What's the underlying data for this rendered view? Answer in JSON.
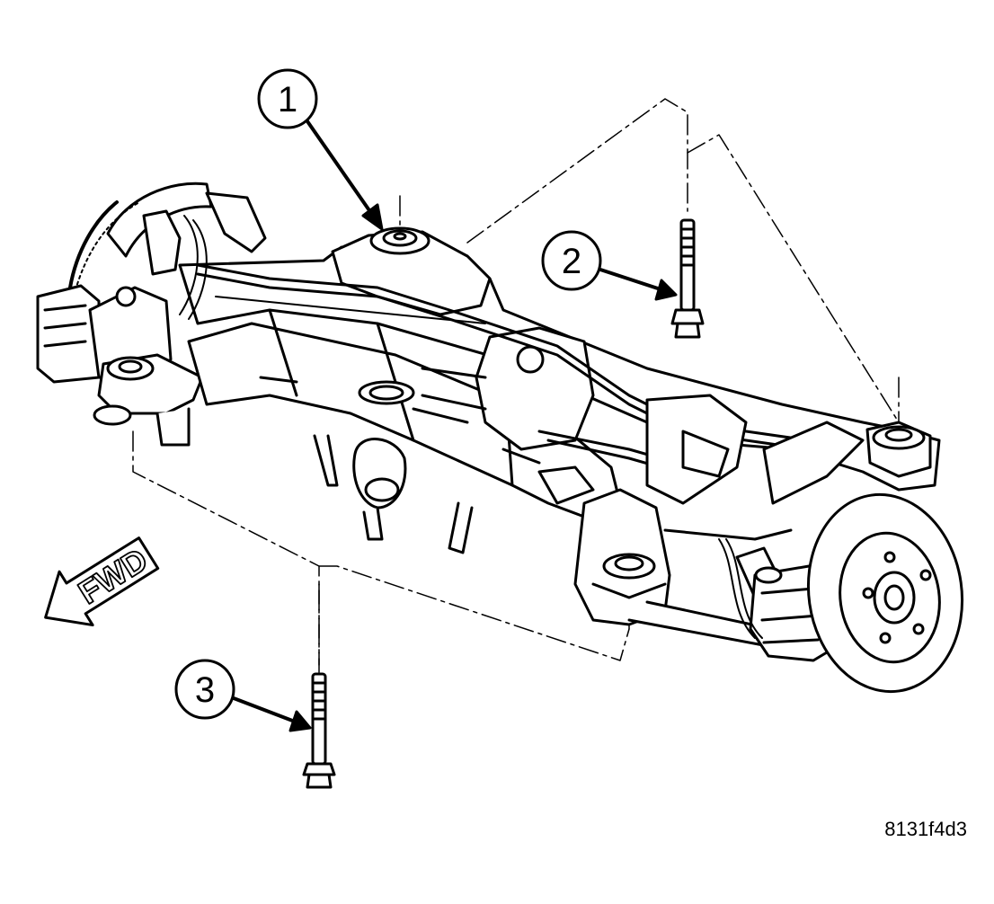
{
  "callouts": [
    {
      "label": "1",
      "item": "upper-mount"
    },
    {
      "label": "2",
      "item": "rear-bolt"
    },
    {
      "label": "3",
      "item": "front-bolt"
    }
  ],
  "direction_indicator": {
    "label": "FWD"
  },
  "figure_id": "8131f4d3",
  "colors": {
    "line": "#000000",
    "background": "#ffffff"
  }
}
